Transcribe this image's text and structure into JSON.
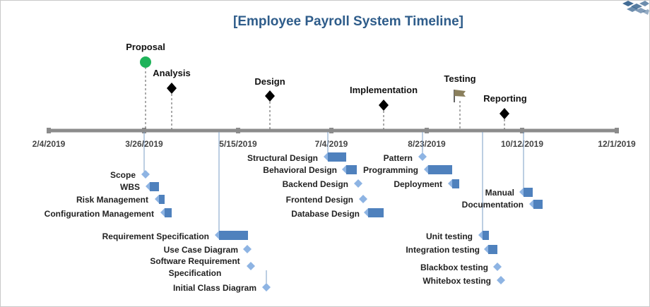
{
  "title": "[Employee Payroll System Timeline]",
  "colors": {
    "axis": "#8c8c8c",
    "title": "#2e5c8a",
    "bar": "#4f81bd",
    "marker": "#8eb4e3",
    "proposal": "#1fb35a"
  },
  "dates": [
    "2/4/2019",
    "3/26/2019",
    "5/15/2019",
    "7/4/2019",
    "8/23/2019",
    "10/12/2019",
    "12/1/2019"
  ],
  "milestones": [
    {
      "label": "Proposal",
      "icon": "circle-icon"
    },
    {
      "label": "Analysis",
      "icon": "diamond-icon"
    },
    {
      "label": "Design",
      "icon": "diamond-icon"
    },
    {
      "label": "Implementation",
      "icon": "diamond-icon"
    },
    {
      "label": "Testing",
      "icon": "flag-icon"
    },
    {
      "label": "Reporting",
      "icon": "diamond-icon"
    }
  ],
  "tasks": [
    "Scope",
    "WBS",
    "Risk Management",
    "Configuration Management",
    "Requirement Specification",
    "Use Case Diagram",
    "Software Requirement",
    "Specification",
    "Initial Class Diagram",
    "Structural Design",
    "Behavioral Design",
    "Backend Design",
    "Frontend Design",
    "Database Design",
    "Pattern",
    "Programming",
    "Deployment",
    "Manual",
    "Documentation",
    "Unit testing",
    "Integration testing",
    "Blackbox testing",
    "Whitebox testing"
  ]
}
